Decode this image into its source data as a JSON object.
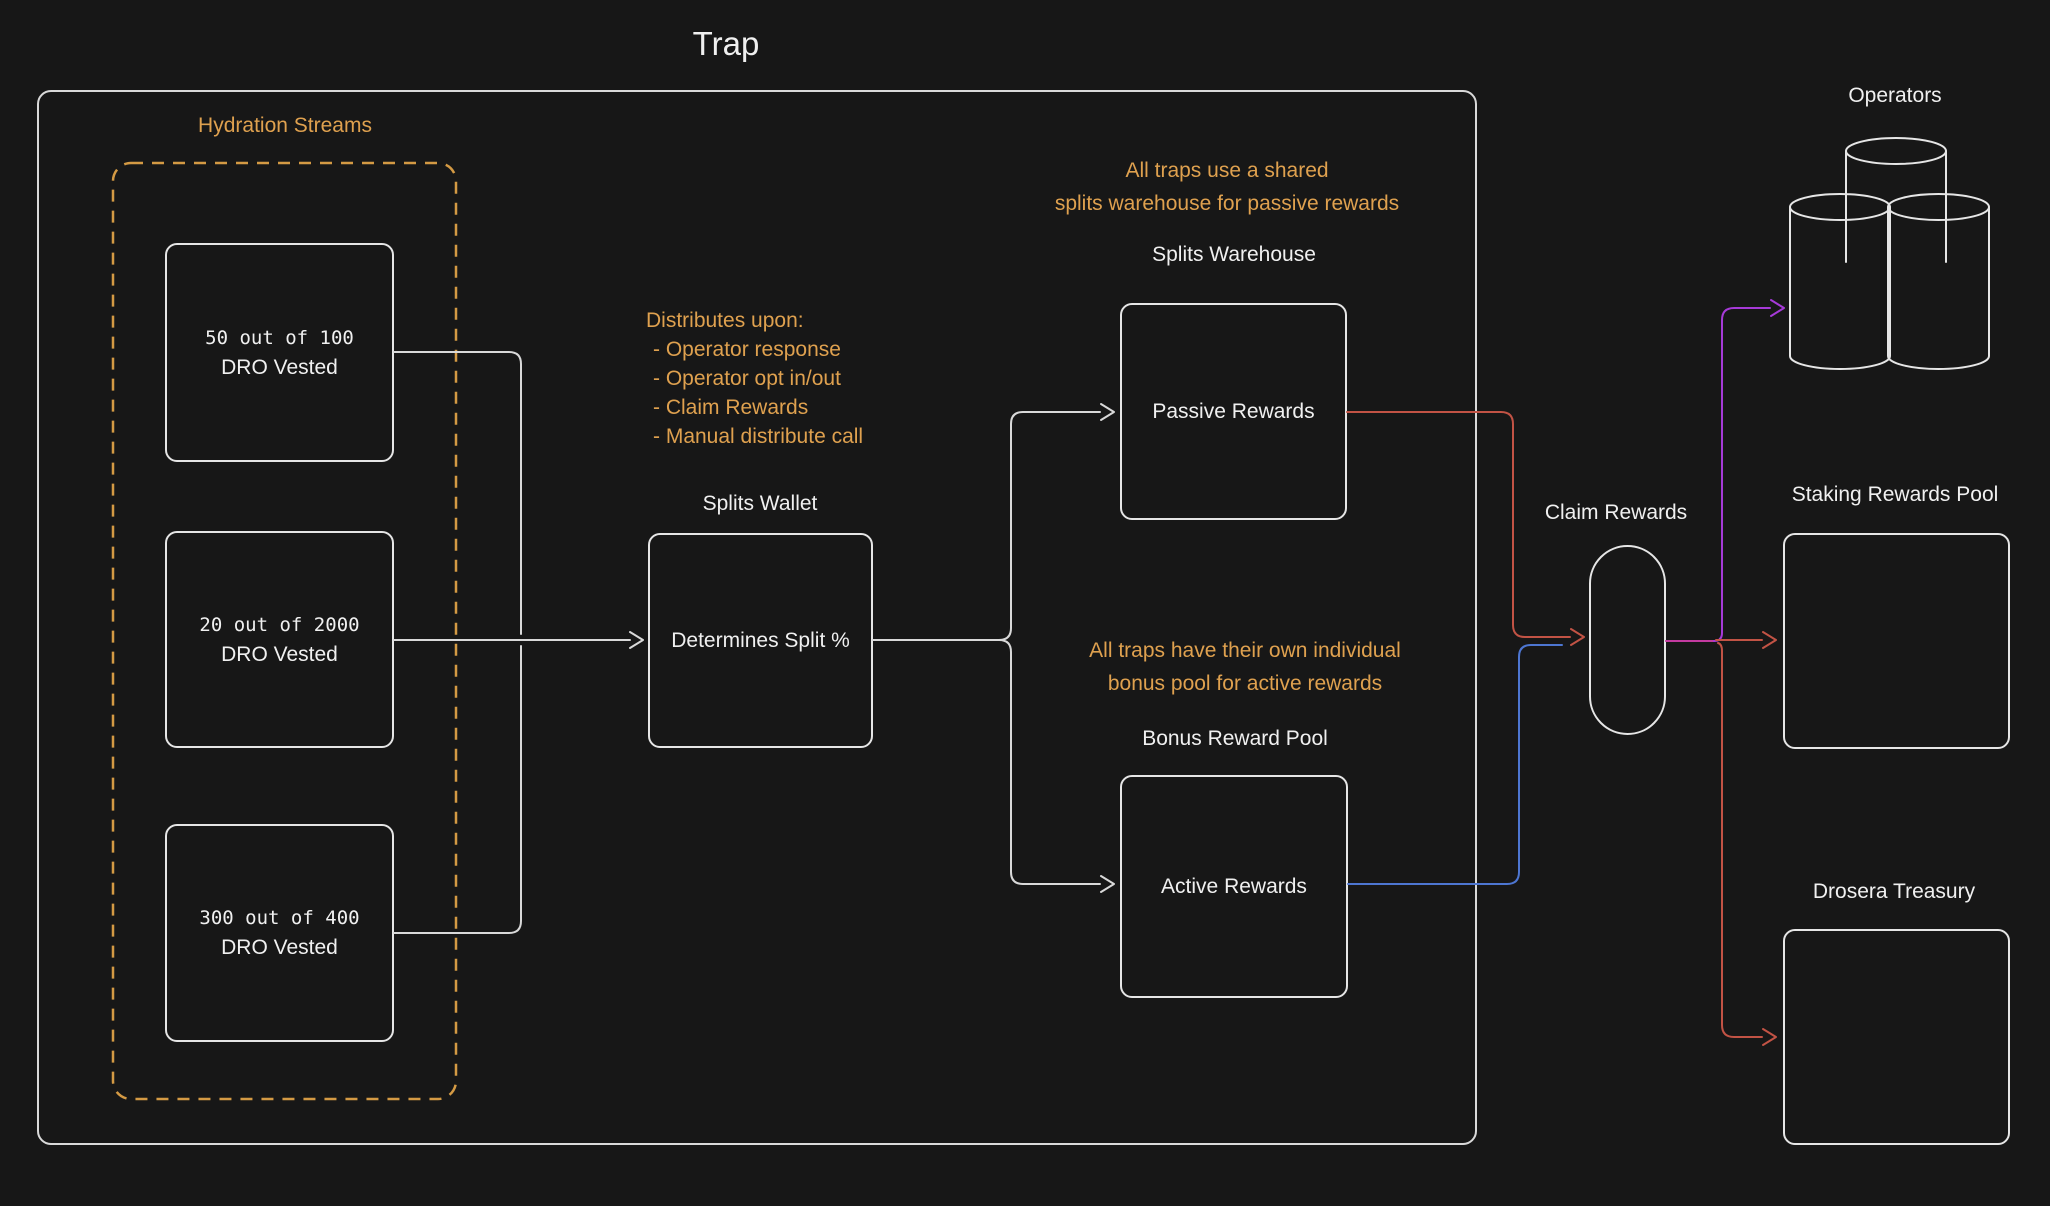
{
  "title": "Trap",
  "colors": {
    "bg": "#171717",
    "shape_border": "#e6e6e6",
    "connector": "#d9d9d9",
    "text": "#f0f0f0",
    "orange": "#dfa14f",
    "dash_orange": "#d49a44",
    "red": "#c25345",
    "blue": "#4d76d2",
    "purple": "#a63ad8",
    "magenta": "#c43aa0"
  },
  "hydration": {
    "label": "Hydration Streams",
    "streams": [
      {
        "amount": "50 out of 100",
        "caption": "DRO Vested"
      },
      {
        "amount": "20 out of 2000",
        "caption": "DRO Vested"
      },
      {
        "amount": "300 out of 400",
        "caption": "DRO Vested"
      }
    ]
  },
  "splits_wallet": {
    "label": "Splits Wallet",
    "box_text": "Determines Split %",
    "note_title": "Distributes upon:",
    "notes": [
      "- Operator response",
      "- Operator opt in/out",
      "- Claim Rewards",
      "- Manual distribute call"
    ]
  },
  "splits_warehouse": {
    "note_line1": "All traps use a shared",
    "note_line2": "splits warehouse for passive rewards",
    "label": "Splits Warehouse",
    "box_text": "Passive Rewards"
  },
  "bonus_pool": {
    "note_line1": "All traps have their own individual",
    "note_line2": "bonus pool for active rewards",
    "label": "Bonus Reward Pool",
    "box_text": "Active Rewards"
  },
  "claim": {
    "label": "Claim Rewards"
  },
  "operators": {
    "label": "Operators"
  },
  "staking": {
    "label": "Staking Rewards Pool"
  },
  "treasury": {
    "label": "Drosera Treasury"
  }
}
